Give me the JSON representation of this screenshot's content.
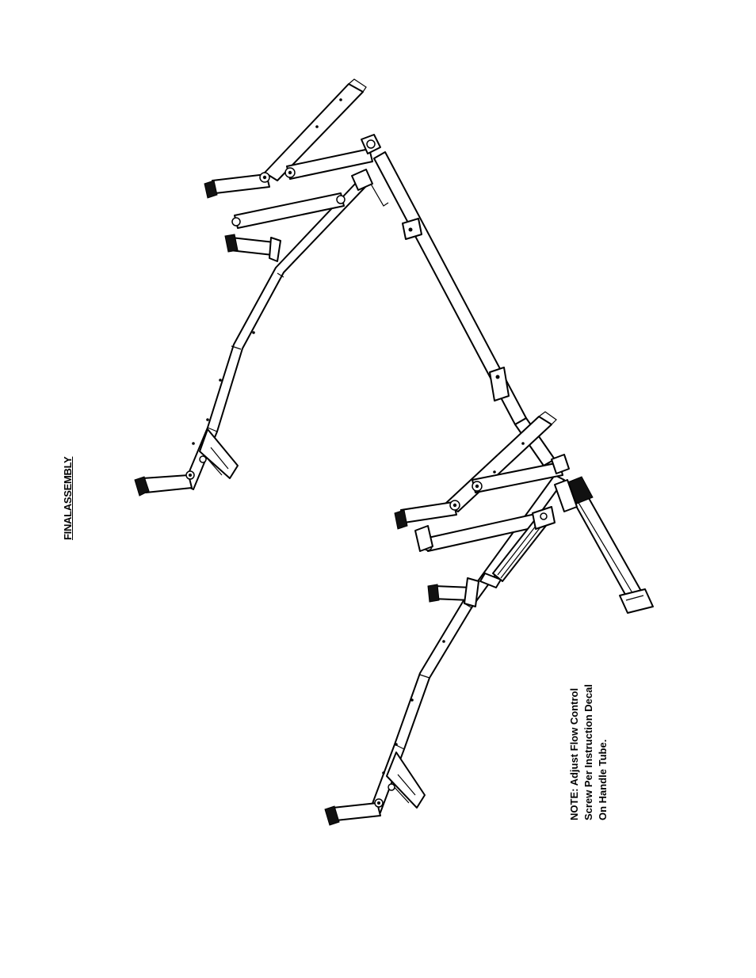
{
  "title": "FINALASSEMBLY",
  "note": {
    "lines": [
      "NOTE: Adjust Flow Control",
      "Screw Per Instruction Decal",
      "On Handle Tube."
    ]
  }
}
